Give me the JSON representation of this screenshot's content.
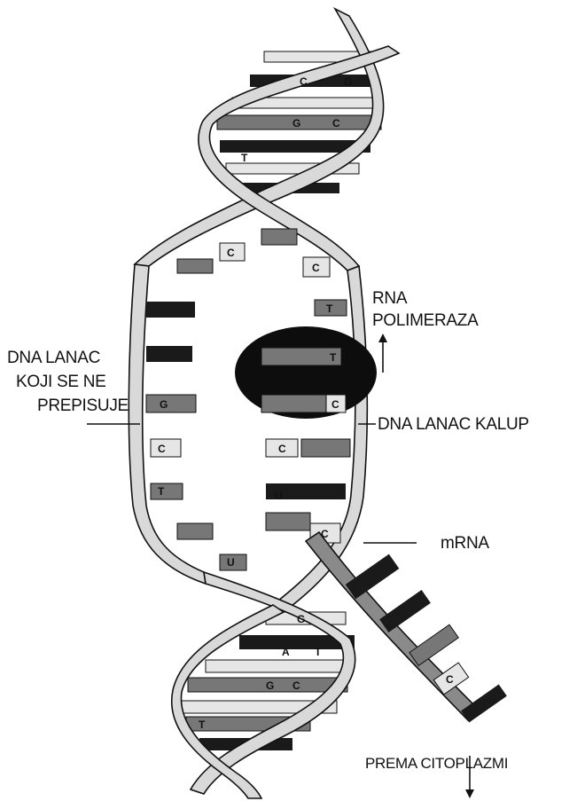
{
  "labels": {
    "rna_polimeraza_line1": "RNA",
    "rna_polimeraza_line2": "POLIMERAZA",
    "nontemplate_line1": "DNA LANAC",
    "nontemplate_line2": "KOJI SE NE",
    "nontemplate_line3": "PREPISUJE",
    "template_strand": "DNA LANAC KALUP",
    "mrna": "mRNA",
    "prema_citoplazmi": "PREMA CITOPLAZMI"
  },
  "bases": {
    "c": "C",
    "g": "G",
    "t": "T",
    "a": "A",
    "u": "U"
  }
}
